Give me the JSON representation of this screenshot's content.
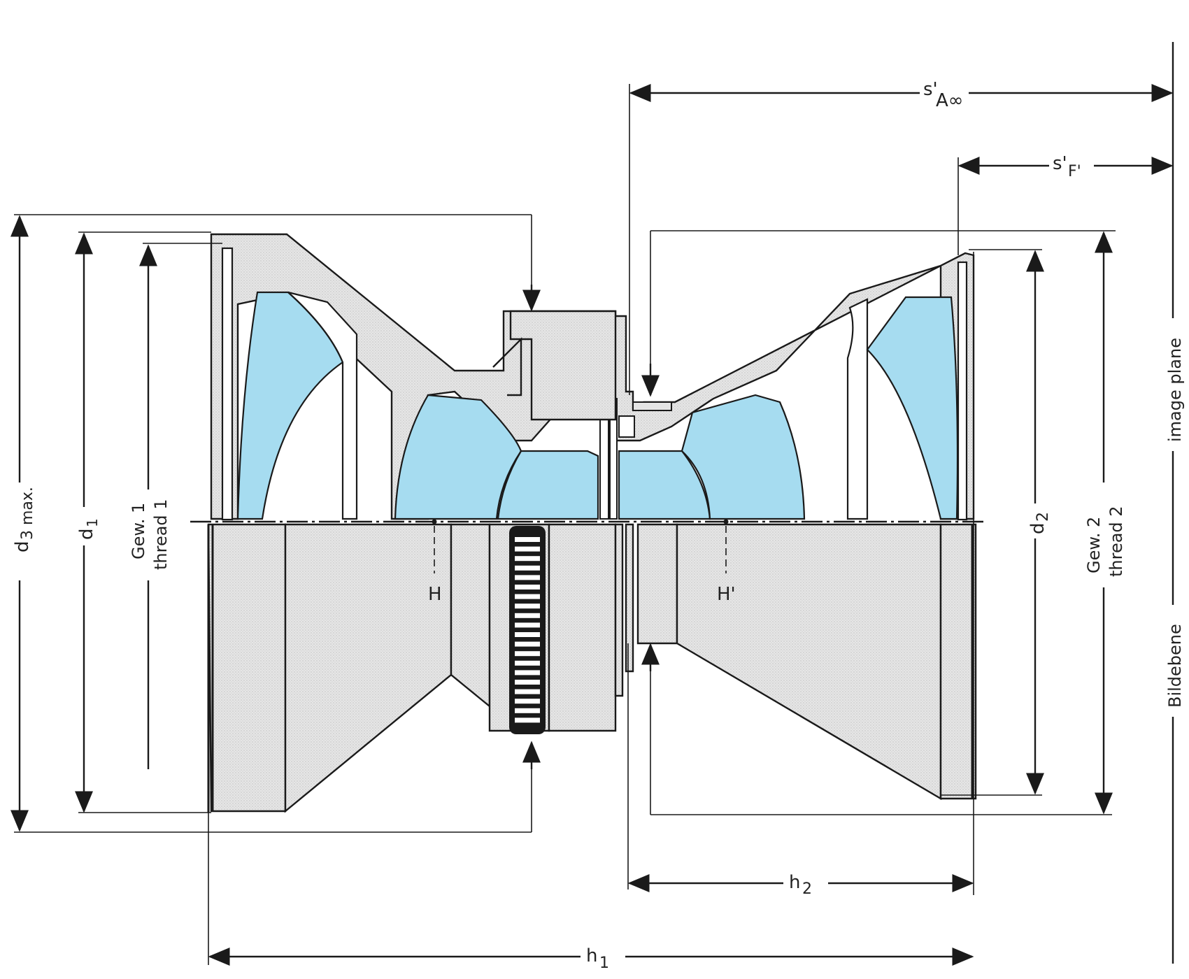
{
  "diagram": {
    "labels": {
      "s_a": "s'",
      "s_a_sub": "A∞",
      "s_f": "s'",
      "s_f_sub": "F'",
      "d3": "d",
      "d3_sub": "3 max.",
      "d1": "d",
      "d1_sub": "1",
      "gew1": "Gew. 1",
      "thread1": "thread 1",
      "h": "H",
      "h_prime": "H'",
      "d2": "d",
      "d2_sub": "2",
      "gew2": "Gew. 2",
      "thread2": "thread 2",
      "image_plane": "image plane",
      "bildebene": "Bildebene",
      "h2": "h",
      "h2_sub": "2",
      "h1": "h",
      "h1_sub": "1"
    },
    "colors": {
      "lens_glass": "#a6dcf0",
      "housing": "#e4e4e4",
      "ink": "#1a1a1a"
    }
  }
}
